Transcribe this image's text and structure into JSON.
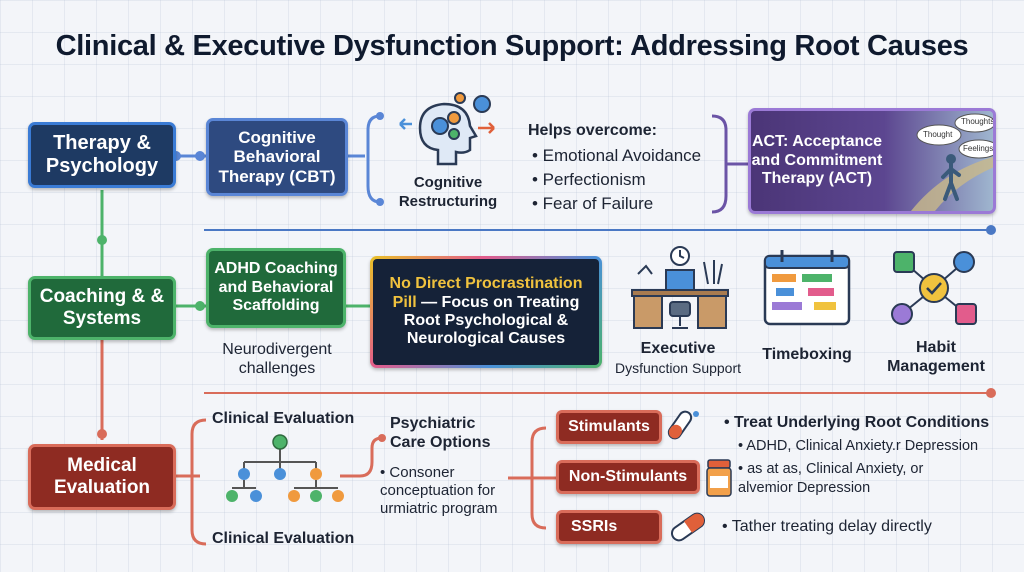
{
  "title": "Clinical & Executive Dysfunction Support: Addressing Root Causes",
  "therapy": {
    "category": "Therapy & Psychology",
    "cbt": "Cognitive Behavioral Therapy (CBT)",
    "restructuring": "Cognitive Restructuring",
    "helps_title": "Helps overcome:",
    "helps_items": [
      "• Emotional Avoidance",
      "• Perfectionism",
      "• Fear of Failure"
    ],
    "act": "ACT: Acceptance and Commitment Therapy (ACT)",
    "bubbles": [
      "Thoughts",
      "Thought",
      "Feelings"
    ]
  },
  "coaching": {
    "category": "Coaching & & Systems",
    "adhd": "ADHD Coaching and Behavioral Scaffolding",
    "neuro": "Neurodivergent challenges",
    "pill": "No Direct Procrastination Pill — Focus on Treating Root Psychological & Neurological Causes",
    "exec_title": "Executive",
    "exec_sub": "Dysfunction Support",
    "timeboxing": "Timeboxing",
    "habit": "Habit Management"
  },
  "medical": {
    "category": "Medical Evaluation",
    "eval_top": "Clinical Evaluation",
    "eval_bottom": "Clinical Evaluation",
    "psych_title": "Psychiatric Care Options",
    "psych_body": "• Consoner conceptuation for urmiatric program",
    "options": [
      "Stimulants",
      "Non-Stimulants",
      "SSRIs"
    ],
    "treat_title": "• Treat Underlying Root Conditions",
    "treat_1": "• ADHD, Clinical Anxiety.r Depression",
    "treat_2": "• as at as, Clinical Anxiety, or alvemior Depression",
    "treat_3": "• Tather treating delay directly"
  },
  "colors": {
    "navy": "#1e3a63",
    "green": "#206a3b",
    "red": "#8e2b22",
    "purple": "#4b3577"
  }
}
